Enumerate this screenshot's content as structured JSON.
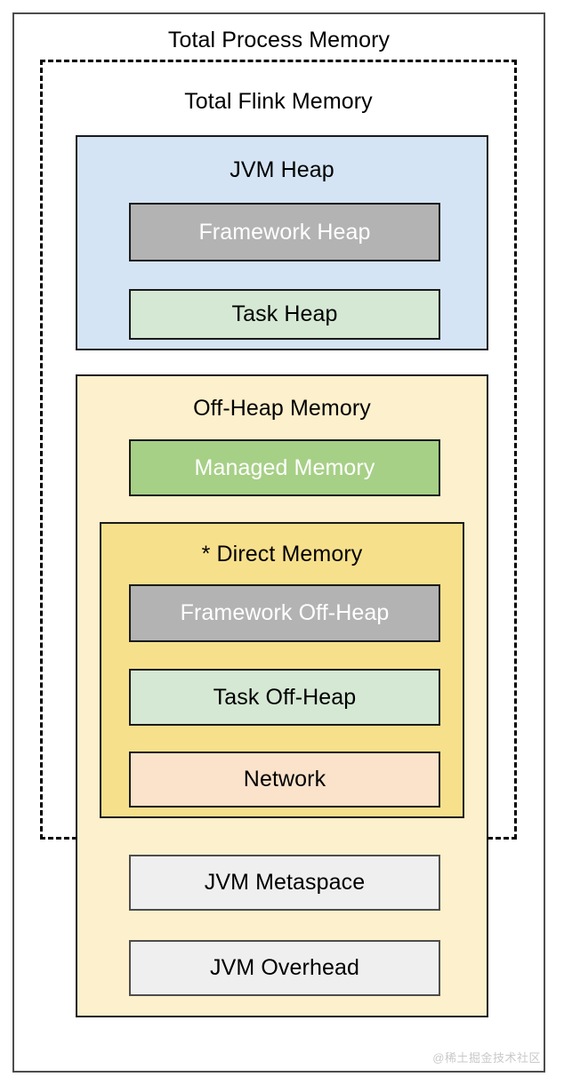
{
  "diagram": {
    "title": "Total Process Memory",
    "watermark": "@稀土掘金技术社区",
    "outer": {
      "label": "Total Process Memory",
      "border_color": "#4d4d4d",
      "fill": "#ffffff"
    },
    "flink": {
      "label": "Total Flink Memory",
      "border_color": "#000000",
      "border_style": "dashed"
    },
    "jvm_heap": {
      "label": "JVM Heap",
      "fill": "#d4e4f4",
      "children": [
        {
          "label": "Framework Heap",
          "fill": "#b3b3b3",
          "text_color": "#ffffff"
        },
        {
          "label": "Task Heap",
          "fill": "#d5e8d4",
          "text_color": "#000000"
        }
      ]
    },
    "off_heap": {
      "label": "Off-Heap Memory",
      "fill": "#fdf0cc",
      "managed_memory": {
        "label": "Managed Memory",
        "fill": "#a6d086",
        "text_color": "#ffffff"
      },
      "direct_memory": {
        "label": "* Direct Memory",
        "fill": "#f7e08c",
        "children": [
          {
            "label": "Framework Off-Heap",
            "fill": "#b3b3b3",
            "text_color": "#ffffff"
          },
          {
            "label": "Task Off-Heap",
            "fill": "#d5e8d4",
            "text_color": "#000000"
          },
          {
            "label": "Network",
            "fill": "#fae3ca",
            "text_color": "#000000"
          }
        ]
      },
      "outside_flink": [
        {
          "label": "JVM Metaspace",
          "fill": "#efefef",
          "text_color": "#000000"
        },
        {
          "label": "JVM Overhead",
          "fill": "#efefef",
          "text_color": "#000000"
        }
      ]
    }
  }
}
